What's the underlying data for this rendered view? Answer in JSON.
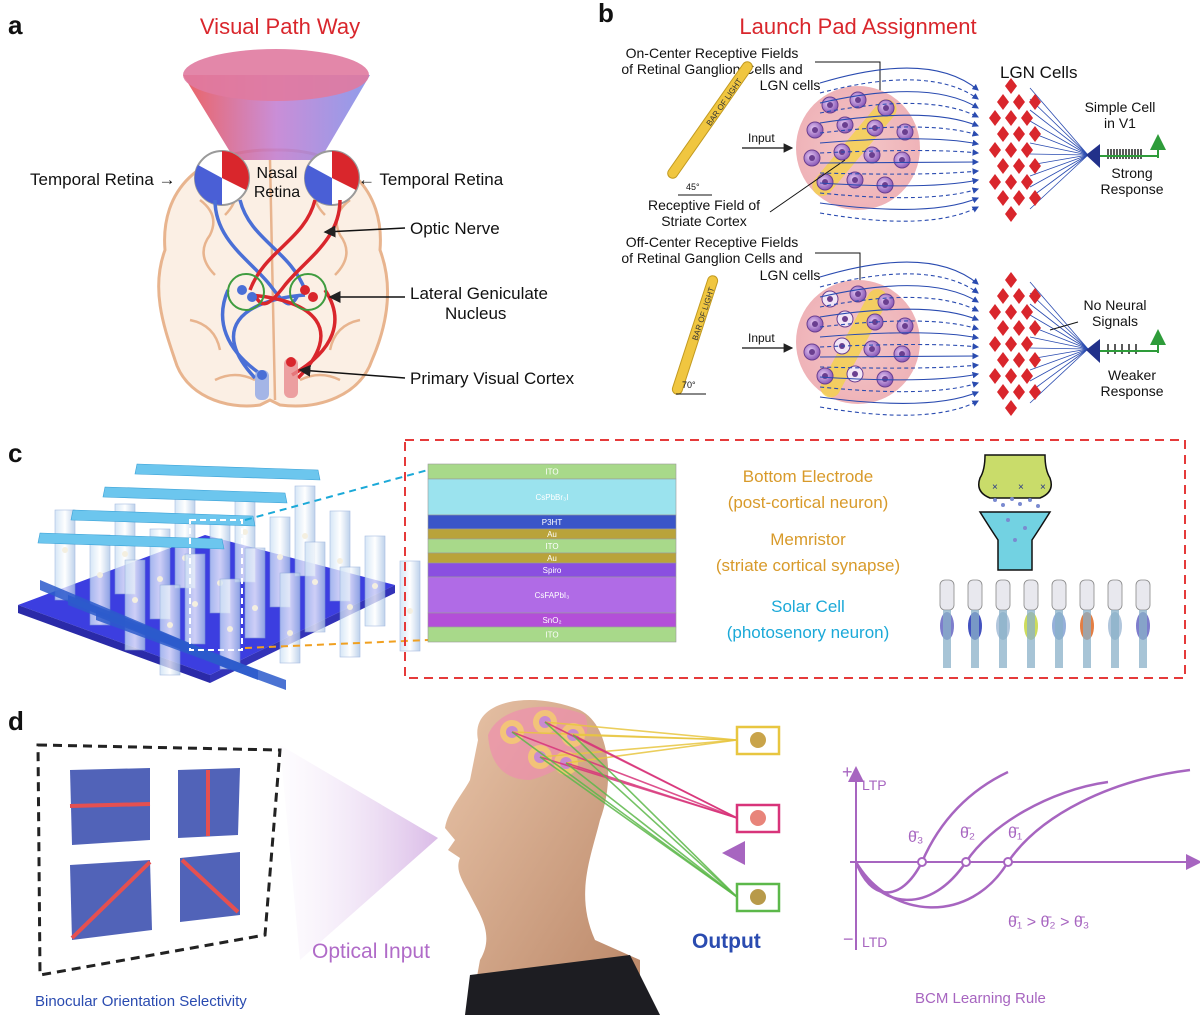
{
  "panel_a": {
    "letter": "a",
    "title": "Visual Path Way",
    "labels": {
      "temporal_left": "Temporal Retina →",
      "temporal_right": "← Temporal Retina",
      "nasal_1": "Nasal",
      "nasal_2": "Retina",
      "optic_nerve": "Optic Nerve",
      "lgn_1": "Lateral Geniculate",
      "lgn_2": "Nucleus",
      "v1": "Primary Visual Cortex"
    }
  },
  "panel_b": {
    "letter": "b",
    "title": "Launch Pad Assignment",
    "top": {
      "on_center_1": "On-Center Receptive Fields",
      "on_center_2": "of Retinal Ganglion Cells and",
      "on_center_3": "LGN cells",
      "lgn": "LGN Cells",
      "simple_1": "Simple Cell",
      "simple_2": "in V1",
      "input": "Input",
      "bar": "BAR OF LIGHT",
      "angle": "45°",
      "rf_1": "Receptive Field of",
      "rf_2": "Striate Cortex",
      "resp_1": "Strong",
      "resp_2": "Response"
    },
    "bottom": {
      "off_center_1": "Off-Center Receptive Fields",
      "off_center_2": "of Retinal Ganglion Cells and",
      "off_center_3": "LGN cells",
      "no_signal_1": "No Neural",
      "no_signal_2": "Signals",
      "input": "Input",
      "bar": "BAR OF LIGHT",
      "angle": "70°",
      "resp_1": "Weaker",
      "resp_2": "Response"
    }
  },
  "panel_c": {
    "letter": "c",
    "layers": [
      {
        "name": "ITO",
        "color": "#a8d98a"
      },
      {
        "name": "CsPbBr₃I",
        "color": "#9be3ee"
      },
      {
        "name": "P3HT",
        "color": "#3a55c8"
      },
      {
        "name": "Au",
        "color": "#b9a33a"
      },
      {
        "name": "ITO",
        "color": "#a8d98a"
      },
      {
        "name": "Au",
        "color": "#b9a33a"
      },
      {
        "name": "Spiro",
        "color": "#8a4fe0"
      },
      {
        "name": "CsFAPbI₃",
        "color": "#b06be6"
      },
      {
        "name": "SnO₂",
        "color": "#b34fd8"
      },
      {
        "name": "ITO",
        "color": "#a8d98a"
      }
    ],
    "labels": {
      "bottom_electrode": "Bottom Electrode",
      "post_cortical": "(post-cortical neuron)",
      "memristor": "Memristor",
      "striate": "(striate cortical synapse)",
      "solar_cell": "Solar Cell",
      "photosensory": "(photosenory neuron)"
    }
  },
  "panel_d": {
    "letter": "d",
    "optical_input": "Optical Input",
    "output": "Output",
    "binocular": "Binocular Orientation Selectivity",
    "bcm": "BCM Learning Rule",
    "ltp": "LTP",
    "ltd": "LTD",
    "plus": "+",
    "minus": "−",
    "theta3": "θ̄₃",
    "theta2": "θ̄₂",
    "theta1": "θ̄₁",
    "inequality": "θ̄₁ > θ̄₂ > θ̄₃"
  },
  "colors": {
    "red": "#d9262c",
    "blue": "#2a4bb0",
    "orange": "#d89a2a",
    "cyan": "#1ba9d8",
    "purple": "#b06bc8",
    "navy": "#22318a"
  }
}
